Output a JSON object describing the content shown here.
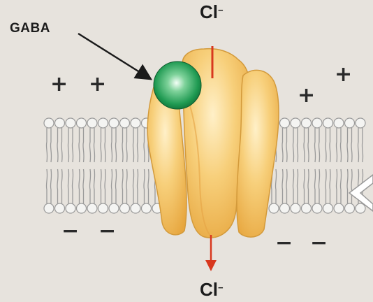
{
  "labels": {
    "ligand": "GABA",
    "ion_top": "Cl",
    "ion_top_charge": "−",
    "ion_bottom": "Cl",
    "ion_bottom_charge": "−"
  },
  "charges": {
    "outside": [
      "+",
      "+",
      "+",
      "+"
    ],
    "inside": [
      "−",
      "−",
      "−",
      "−"
    ]
  },
  "colors": {
    "background": "#e7e3dd",
    "receptor": "#f2c25a",
    "ligand": "#1f9a52",
    "ion_channel": "#d8381e",
    "membrane_head": "#f4f4f2",
    "membrane_outline": "#9a9a9a"
  },
  "icons": {
    "ligand": "green-sphere",
    "receptor": "channel-protein",
    "membrane": "phospholipid-bilayer",
    "flow": "down-arrow"
  }
}
